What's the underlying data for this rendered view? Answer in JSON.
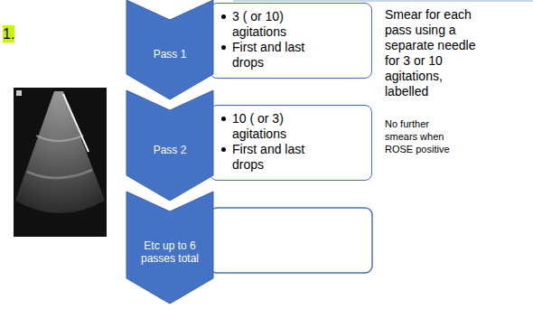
{
  "diagram": {
    "nodes": [
      {
        "text": [
          "Pass 1"
        ]
      },
      {
        "text": [
          "3 ( or 10) agitations",
          "First and last drops"
        ]
      },
      {
        "text": [
          "Pass 2"
        ]
      },
      {
        "text": [
          "10 ( or 3) agitations",
          "First and last drops"
        ]
      },
      {
        "text": [
          "Etc up to 6 passes total"
        ]
      }
    ],
    "labels": [
      "1.",
      "Smear for each pass using a separate needle for 3 or 10 agitations, labelled",
      "No further smears when ROSE positive"
    ]
  }
}
